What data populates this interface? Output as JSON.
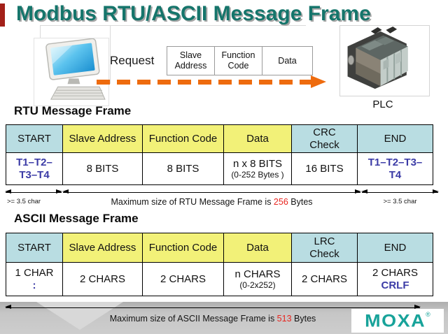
{
  "colors": {
    "title": "#15756b",
    "cell-blue": "#b9dde2",
    "cell-yellow": "#f2f178",
    "text-blue": "#3b3ba6",
    "text-red": "#e8251f",
    "arrow-orange": "#ee6b0e",
    "moxa-teal": "#18a39a",
    "accent-red": "#a32019"
  },
  "title": "Modbus RTU/ASCII Message Frame",
  "top": {
    "request_label": "Request",
    "frame_cells": [
      {
        "line1": "Slave",
        "line2": "Address"
      },
      {
        "line1": "Function",
        "line2": "Code"
      },
      {
        "line1": "Data",
        "line2": ""
      }
    ],
    "plc_label": "PLC"
  },
  "rtu": {
    "heading": "RTU Message Frame",
    "headers": [
      {
        "line1": "START",
        "line2": ""
      },
      {
        "line1": "Slave Address",
        "line2": ""
      },
      {
        "line1": "Function Code",
        "line2": ""
      },
      {
        "line1": "Data",
        "line2": ""
      },
      {
        "line1": "CRC",
        "line2": "Check"
      },
      {
        "line1": "END",
        "line2": ""
      }
    ],
    "cells": [
      {
        "line1": "T1–T2–",
        "line2": "T3–T4"
      },
      {
        "line1": "8 BITS",
        "line2": ""
      },
      {
        "line1": "8 BITS",
        "line2": ""
      },
      {
        "line1": "n x 8 BITS",
        "line2": "(0-252 Bytes )"
      },
      {
        "line1": "16 BITS",
        "line2": ""
      },
      {
        "line1": "T1–T2–T3–",
        "line2": "T4"
      }
    ],
    "left_note": ">= 3.5 char",
    "right_note": ">= 3.5 char",
    "max_note": {
      "prefix": "Maximum size of RTU Message Frame is ",
      "value": "256",
      "suffix": " Bytes"
    }
  },
  "ascii": {
    "heading": "ASCII Message Frame",
    "headers": [
      {
        "line1": "START",
        "line2": ""
      },
      {
        "line1": "Slave Address",
        "line2": ""
      },
      {
        "line1": "Function Code",
        "line2": ""
      },
      {
        "line1": "Data",
        "line2": ""
      },
      {
        "line1": "LRC",
        "line2": "Check"
      },
      {
        "line1": "END",
        "line2": ""
      }
    ],
    "cells": [
      {
        "line1": "1 CHAR",
        "line2": ":"
      },
      {
        "line1": "2 CHARS",
        "line2": ""
      },
      {
        "line1": "2 CHARS",
        "line2": ""
      },
      {
        "line1": "n CHARS",
        "line2": "(0-2x252)"
      },
      {
        "line1": "2 CHARS",
        "line2": ""
      },
      {
        "line1": "2 CHARS",
        "line2": "CRLF"
      }
    ],
    "max_note": {
      "prefix": "Maximum size of ASCII Message Frame is ",
      "value": "513",
      "suffix": " Bytes"
    }
  },
  "footer": {
    "logo_text": "MOXA",
    "logo_reg": "®"
  }
}
